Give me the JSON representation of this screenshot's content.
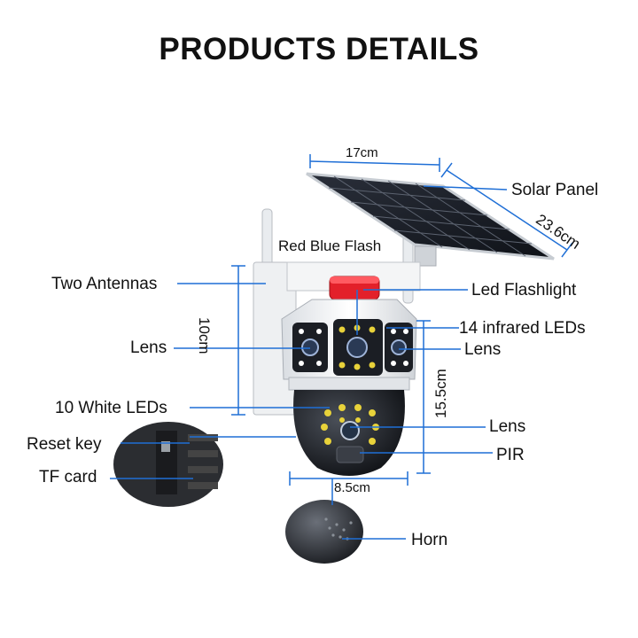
{
  "title": "PRODUCTS DETAILS",
  "labels": {
    "solar_panel": "Solar Panel",
    "red_blue_flash": "Red Blue Flash",
    "two_antennas": "Two Antennas",
    "led_flashlight": "Led Flashlight",
    "infrared_leds": "14 infrared LEDs",
    "lens_left": "Lens",
    "lens_right_top": "Lens",
    "white_leds": "10 White LEDs",
    "lens_right_bottom": "Lens",
    "reset_key": "Reset key",
    "pir": "PIR",
    "tf_card": "TF card",
    "horn": "Horn"
  },
  "dimensions": {
    "panel_width": "17cm",
    "panel_length": "23.6cm",
    "body_height": "10cm",
    "total_height": "15.5cm",
    "dome_width": "8.5cm"
  },
  "colors": {
    "leader_line": "#1f6fd6",
    "dim_line": "#1f6fd6",
    "flash_red": "#e3202a",
    "white_led": "#e8d23a"
  }
}
